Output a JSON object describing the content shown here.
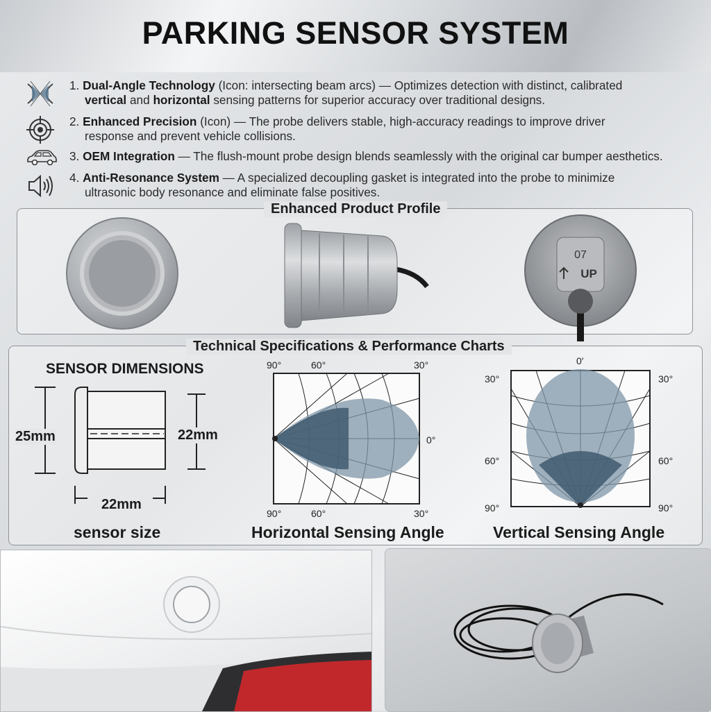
{
  "title": "PARKING SENSOR SYSTEM",
  "features": [
    {
      "icon": "beam-arcs-icon",
      "number": "1.",
      "heading": "Dual-Angle Technology",
      "note": "(Icon: intersecting beam arcs)",
      "text_a": " — Optimizes detection with distinct, calibrated",
      "bold_a": "vertical",
      "text_b": " and ",
      "bold_b": "horizontal",
      "text_c": " sensing patterns for superior accuracy over traditional designs."
    },
    {
      "icon": "target-icon",
      "number": "2.",
      "heading": "Enhanced Precision",
      "note": "(Icon)",
      "text_a": " — The probe delivers stable, high-accuracy readings to improve driver",
      "text_b": "response and prevent vehicle collisions."
    },
    {
      "icon": "car-icon",
      "number": "3.",
      "heading": "OEM Integration",
      "text_a": " — The flush-mount probe design blends seamlessly with the original car bumper aesthetics."
    },
    {
      "icon": "speaker-icon",
      "number": "4.",
      "heading": "Anti-Resonance System",
      "text_a": " — A specialized decoupling gasket is integrated into the probe to minimize",
      "text_b": "ultrasonic body resonance and eliminate false positives."
    }
  ],
  "profile": {
    "title": "Enhanced Product Profile",
    "back_label_number": "07",
    "back_label_up": "UP"
  },
  "specs": {
    "title": "Technical Specifications & Performance Charts",
    "dimensions": {
      "heading": "SENSOR DIMENSIONS",
      "height_outer": "25mm",
      "height_inner": "22mm",
      "width": "22mm",
      "caption": "sensor size"
    },
    "horizontal": {
      "caption": "Horizontal Sensing Angle",
      "top_labels": [
        "90°",
        "60°",
        "30°"
      ],
      "bottom_labels": [
        "90°",
        "60°",
        "30°"
      ],
      "right_label": "0°"
    },
    "vertical": {
      "caption": "Vertical Sensing Angle",
      "top_label": "0′",
      "left_labels": [
        "30°",
        "60°",
        "90°"
      ],
      "right_labels": [
        "30°",
        "60°",
        "90°"
      ]
    }
  },
  "colors": {
    "beam_dark": "#3f5a70",
    "beam_light": "#7f95a8",
    "accent_red": "#c0282c"
  }
}
